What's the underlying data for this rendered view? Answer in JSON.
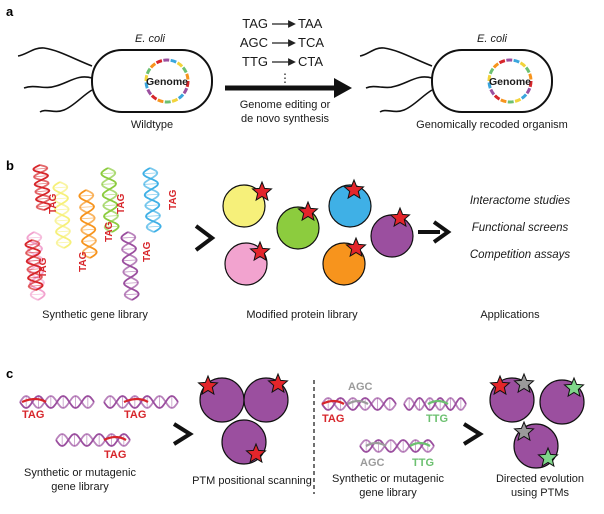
{
  "panels": {
    "a": "a",
    "b": "b",
    "c": "c"
  },
  "panel_a": {
    "left_cell_species": "E. coli",
    "right_cell_species": "E. coli",
    "genome_label": "Genome",
    "left_caption": "Wildtype",
    "right_caption": "Genomically recoded organism",
    "arrow_caption_line1": "Genome editing or",
    "arrow_caption_line2": "de novo synthesis",
    "codon_swaps": [
      {
        "from": "TAG",
        "to": "TAA",
        "from_color": "#d7262b",
        "to_color": "#9b4f9f"
      },
      {
        "from": "AGC",
        "to": "TCA",
        "from_color": "#9b9b9b",
        "to_color": "#c8b84a"
      },
      {
        "from": "TTG",
        "to": "CTA",
        "from_color": "#6cc070",
        "to_color": "#3ba6dd"
      }
    ],
    "ellipsis": "⋮"
  },
  "panel_b": {
    "tag_label": "TAG",
    "library_caption": "Synthetic gene library",
    "protein_caption": "Modified protein library",
    "applications_caption": "Applications",
    "applications": [
      "Interactome studies",
      "Functional screens",
      "Competition assays"
    ],
    "protein_colors": [
      "#f6f07a",
      "#8ccc3e",
      "#3fb0e6",
      "#9b4f9f",
      "#f2a3cf",
      "#f7941d"
    ]
  },
  "panel_c": {
    "tag_label": "TAG",
    "agc_label": "AGC",
    "ttg_label": "TTG",
    "left_library_line1": "Synthetic or mutagenic",
    "left_library_line2": "gene library",
    "left_result": "PTM positional scanning",
    "right_library_line1": "Synthetic or mutagenic",
    "right_library_line2": "gene library",
    "right_result_line1": "Directed evolution",
    "right_result_line2": "using PTMs"
  },
  "colors": {
    "purple": "#9b4f9f",
    "red_star": "#e3252b",
    "grey_star": "#9a9a9a",
    "green_star": "#7fd68a",
    "plasmid_segments": [
      "#d7262b",
      "#9b4f9f",
      "#3ba6dd",
      "#f2d33b",
      "#6cc070",
      "#f7941d"
    ]
  }
}
